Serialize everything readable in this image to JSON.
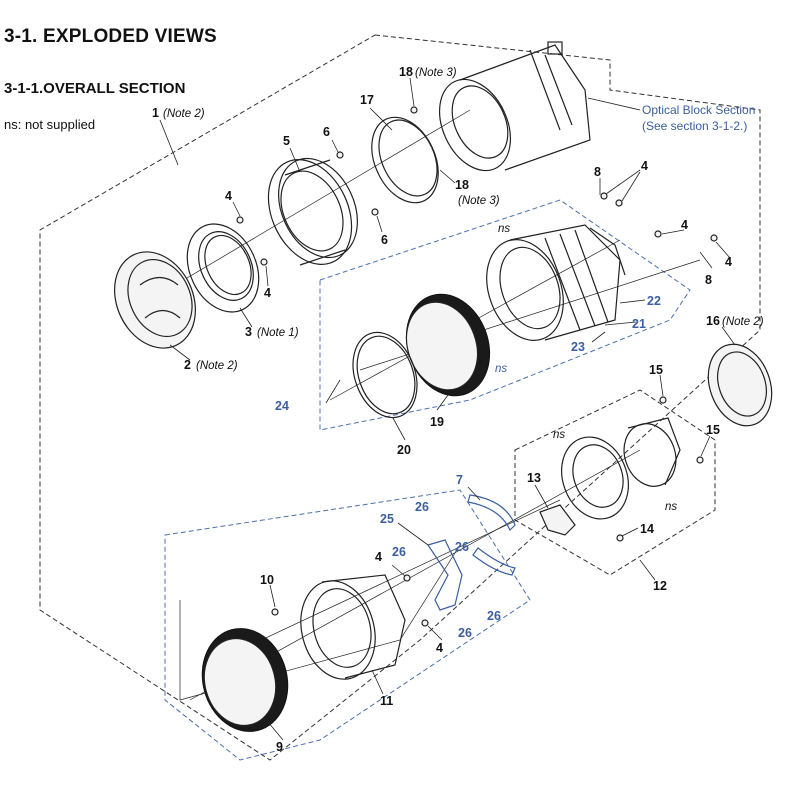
{
  "header": {
    "title": "3-1.  EXPLODED VIEWS",
    "section": "3-1-1.OVERALL SECTION",
    "ns_note": "ns: not supplied"
  },
  "callout": {
    "line1": "Optical Block Section",
    "line2": "(See section 3-1-2.)"
  },
  "labels": {
    "p1": "1",
    "p1_note": "(Note 2)",
    "p2": "2",
    "p2_note": "(Note 2)",
    "p3": "3",
    "p3_note": "(Note 1)",
    "p4a": "4",
    "p4b": "4",
    "p4c": "4",
    "p4d": "4",
    "p4e": "4",
    "p4f": "4",
    "p4g": "4",
    "p5": "5",
    "p6a": "6",
    "p6b": "6",
    "p7": "7",
    "p8a": "8",
    "p8b": "8",
    "p9": "9",
    "p10": "10",
    "p11": "11",
    "p12": "12",
    "p13": "13",
    "p14": "14",
    "p15a": "15",
    "p15b": "15",
    "p16": "16",
    "p16_note": "(Note 2)",
    "p17": "17",
    "p18a": "18",
    "p18a_note": "(Note 3)",
    "p18b": "18",
    "p18b_note": "(Note 3)",
    "p19": "19",
    "p20": "20",
    "p21": "21",
    "p22": "22",
    "p23": "23",
    "p24": "24",
    "p25": "25",
    "p26a": "26",
    "p26b": "26",
    "p26c": "26",
    "p26d": "26",
    "p26e": "26",
    "ns1": "ns",
    "ns2": "ns",
    "ns3": "ns",
    "ns4": "ns"
  },
  "colors": {
    "text": "#111111",
    "blue_label": "#3a5fa0",
    "line": "#222222"
  }
}
